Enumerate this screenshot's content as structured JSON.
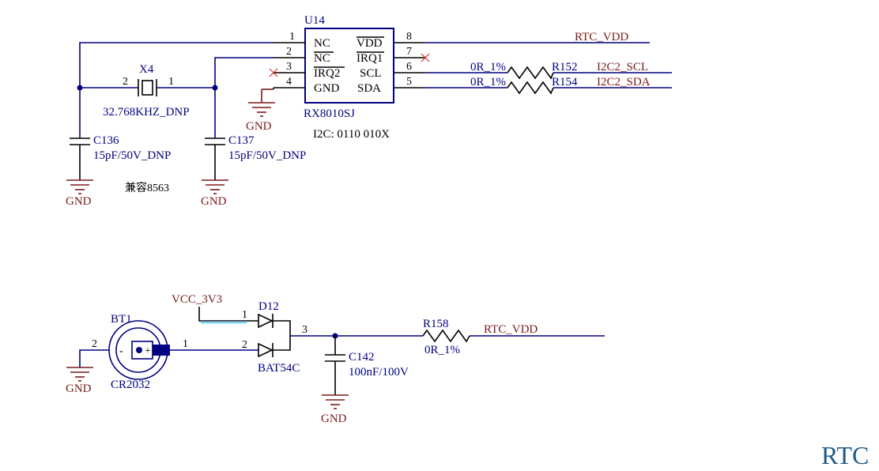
{
  "u14": {
    "ref": "U14",
    "part": "RX8010SJ",
    "left_pins": [
      {
        "num": "1",
        "name": "NC"
      },
      {
        "num": "2",
        "name": "NC"
      },
      {
        "num": "3",
        "name": "IRQ2"
      },
      {
        "num": "4",
        "name": "GND"
      }
    ],
    "right_pins": [
      {
        "num": "8",
        "name": "VDD"
      },
      {
        "num": "7",
        "name": "IRQ1"
      },
      {
        "num": "6",
        "name": "SCL"
      },
      {
        "num": "5",
        "name": "SDA"
      }
    ],
    "i2c_note": "I2C: 0110 010X"
  },
  "x4": {
    "ref": "X4",
    "value": "32.768KHZ_DNP",
    "pin_left": "2",
    "pin_right": "1"
  },
  "c136": {
    "ref": "C136",
    "value": "15pF/50V_DNP"
  },
  "c137": {
    "ref": "C137",
    "value": "15pF/50V_DNP"
  },
  "compat_note": "兼容8563",
  "r152": {
    "ref": "R152",
    "value": "0R_1%"
  },
  "r154": {
    "ref": "R154",
    "value": "0R_1%"
  },
  "nets": {
    "rtc_vdd": "RTC_VDD",
    "i2c2_scl": "I2C2_SCL",
    "i2c2_sda": "I2C2_SDA",
    "vcc_3v3": "VCC_3V3",
    "gnd": "GND"
  },
  "bt1": {
    "ref": "BT1",
    "part": "CR2032",
    "minus": "-",
    "plus": "+",
    "pin_left": "2",
    "pin_right": "1"
  },
  "d12": {
    "ref": "D12",
    "part": "BAT54C",
    "pin_a1": "1",
    "pin_a2": "2",
    "pin_k": "3"
  },
  "c142": {
    "ref": "C142",
    "value": "100nF/100V"
  },
  "r158": {
    "ref": "R158",
    "value": "0R_1%"
  },
  "sheet_title": "RTC"
}
